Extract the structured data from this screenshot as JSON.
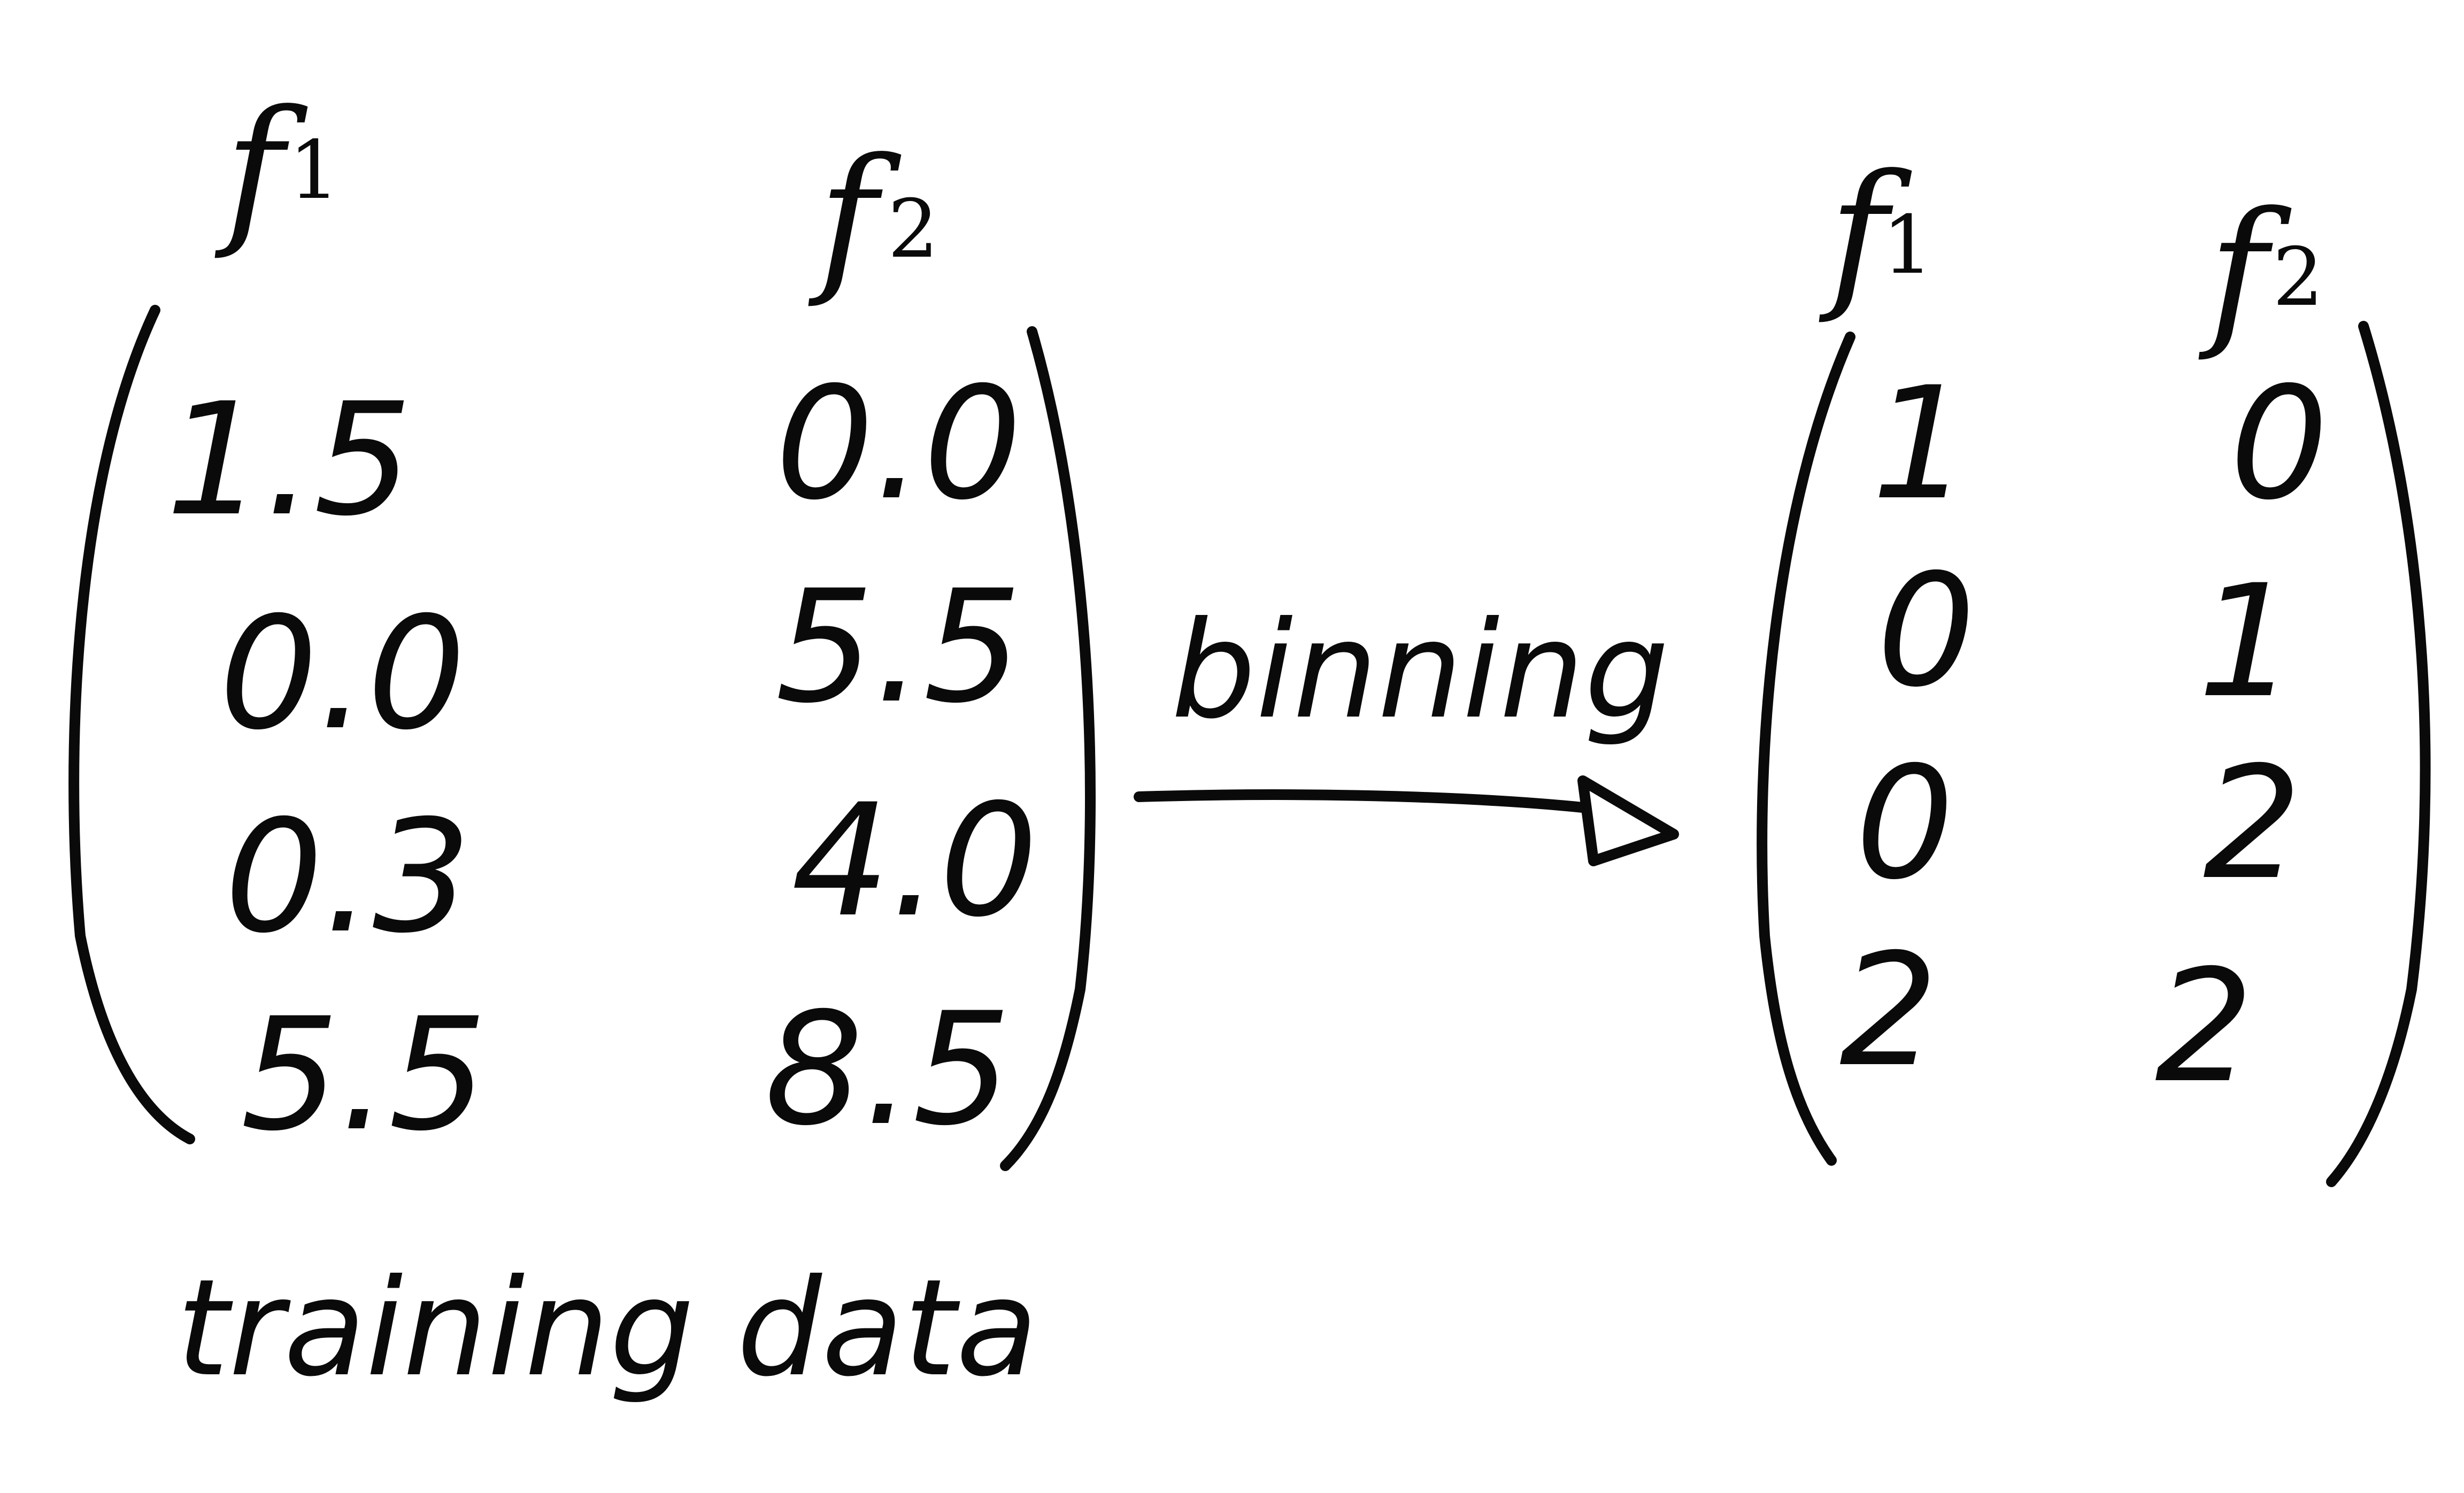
{
  "left_matrix": {
    "col_headers": [
      {
        "letter": "f",
        "sub": "1"
      },
      {
        "letter": "f",
        "sub": "2"
      }
    ],
    "rows": [
      [
        "1.5",
        "0.0"
      ],
      [
        "0.0",
        "5.5"
      ],
      [
        "0.3",
        "4.0"
      ],
      [
        "5.5",
        "8.5"
      ]
    ],
    "caption": "training data"
  },
  "arrow": {
    "label": "binning"
  },
  "right_matrix": {
    "col_headers": [
      {
        "letter": "f",
        "sub": "1"
      },
      {
        "letter": "f",
        "sub": "2"
      }
    ],
    "rows": [
      [
        "1",
        "0"
      ],
      [
        "0",
        "1"
      ],
      [
        "0",
        "2"
      ],
      [
        "2",
        "2"
      ]
    ]
  },
  "ink_color": "#0a0a0a"
}
